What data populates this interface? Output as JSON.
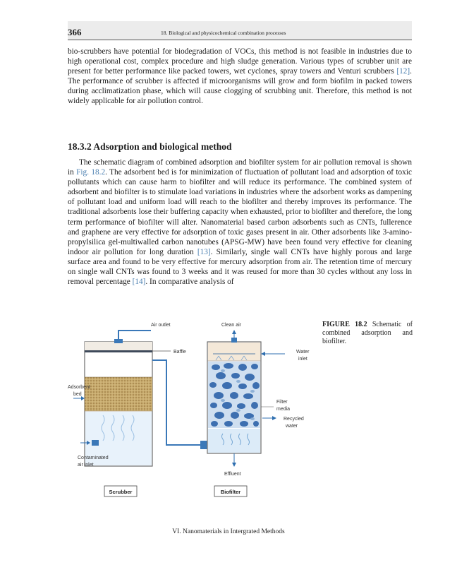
{
  "header": {
    "page_number": "366",
    "running_head": "18. Biological and physicochemical combination processes"
  },
  "para1": {
    "t1": "bio-scrubbers have potential for biodegradation of VOCs, this method is not feasible in industries due to high operational cost, complex procedure and high sludge generation. Various types of scrubber unit are present for better performance like packed towers, wet cyclones, spray towers and Venturi scrubbers ",
    "ref1": "[12]",
    "t2": ". The performance of scrubber is affected if microorganisms will grow and form biofilm in packed towers during acclimatization phase, which will cause clogging of scrubbing unit. Therefore, this method is not widely applicable for air pollution control."
  },
  "section": {
    "heading": "18.3.2 Adsorption and biological method"
  },
  "para2": {
    "t1": "The schematic diagram of combined adsorption and biofilter system for air pollution removal is shown in ",
    "fig_ref": "Fig. 18.2",
    "t2": ". The adsorbent bed is for minimization of fluctuation of pollutant load and adsorption of toxic pollutants which can cause harm to biofilter and will reduce its performance. The combined system of adsorbent and biofilter is to stimulate load variations in industries where the adsorbent works as dampening of pollutant load and uniform load will reach to the biofilter and thereby improves its performance. The traditional adsorbents lose their buffering capacity when exhausted, prior to biofilter and therefore, the long term performance of biofilter will alter. Nanomaterial based carbon adsorbents such as CNTs, fullerence and graphene are very effective for adsorption of toxic gases present in air. Other adsorbents like 3-amino-propylsilica gel-multiwalled carbon nanotubes (APSG-MW) have been found very effective for cleaning indoor air pollution for long duration ",
    "ref13": "[13]",
    "t3": ". Similarly, single wall CNTs have highly porous and large surface area and found to be very effective for mercury adsorption from air. The retention time of mercury on single wall CNTs was found to 3 weeks and it was reused for more than 30 cycles without any loss in removal percentage ",
    "ref14": "[14]",
    "t4": ". In comparative analysis of"
  },
  "figure": {
    "labels": {
      "air_outlet": "Air outlet",
      "clean_air": "Clean air",
      "baffle": "Baffle",
      "water_inlet_1": "Water",
      "water_inlet_2": "inlet",
      "adsorbent_bed_1": "Adsorbent",
      "adsorbent_bed_2": "bed",
      "filter_media_1": "Filter",
      "filter_media_2": "media",
      "recycled_water_1": "Recycled",
      "recycled_water_2": "water",
      "contaminated_1": "Contaminated",
      "contaminated_2": "air inlet",
      "effluent": "Effluent",
      "scrubber": "Scrubber",
      "biofilter": "Biofilter"
    },
    "colors": {
      "pipe": "#3a78b8",
      "arrow": "#2f6fb0",
      "adsorbent": "#c6a86a",
      "media_blob": "#3d6fb0",
      "media_bg": "#cfdff0",
      "top_water": "#f3e6d6",
      "bottom_water": "#dcebf8"
    }
  },
  "caption": {
    "label": "FIGURE 18.2",
    "text": "Schematic of combined adsorption and biofilter."
  },
  "footer": {
    "text": "VI. Nanomaterials in Intergrated Methods"
  }
}
